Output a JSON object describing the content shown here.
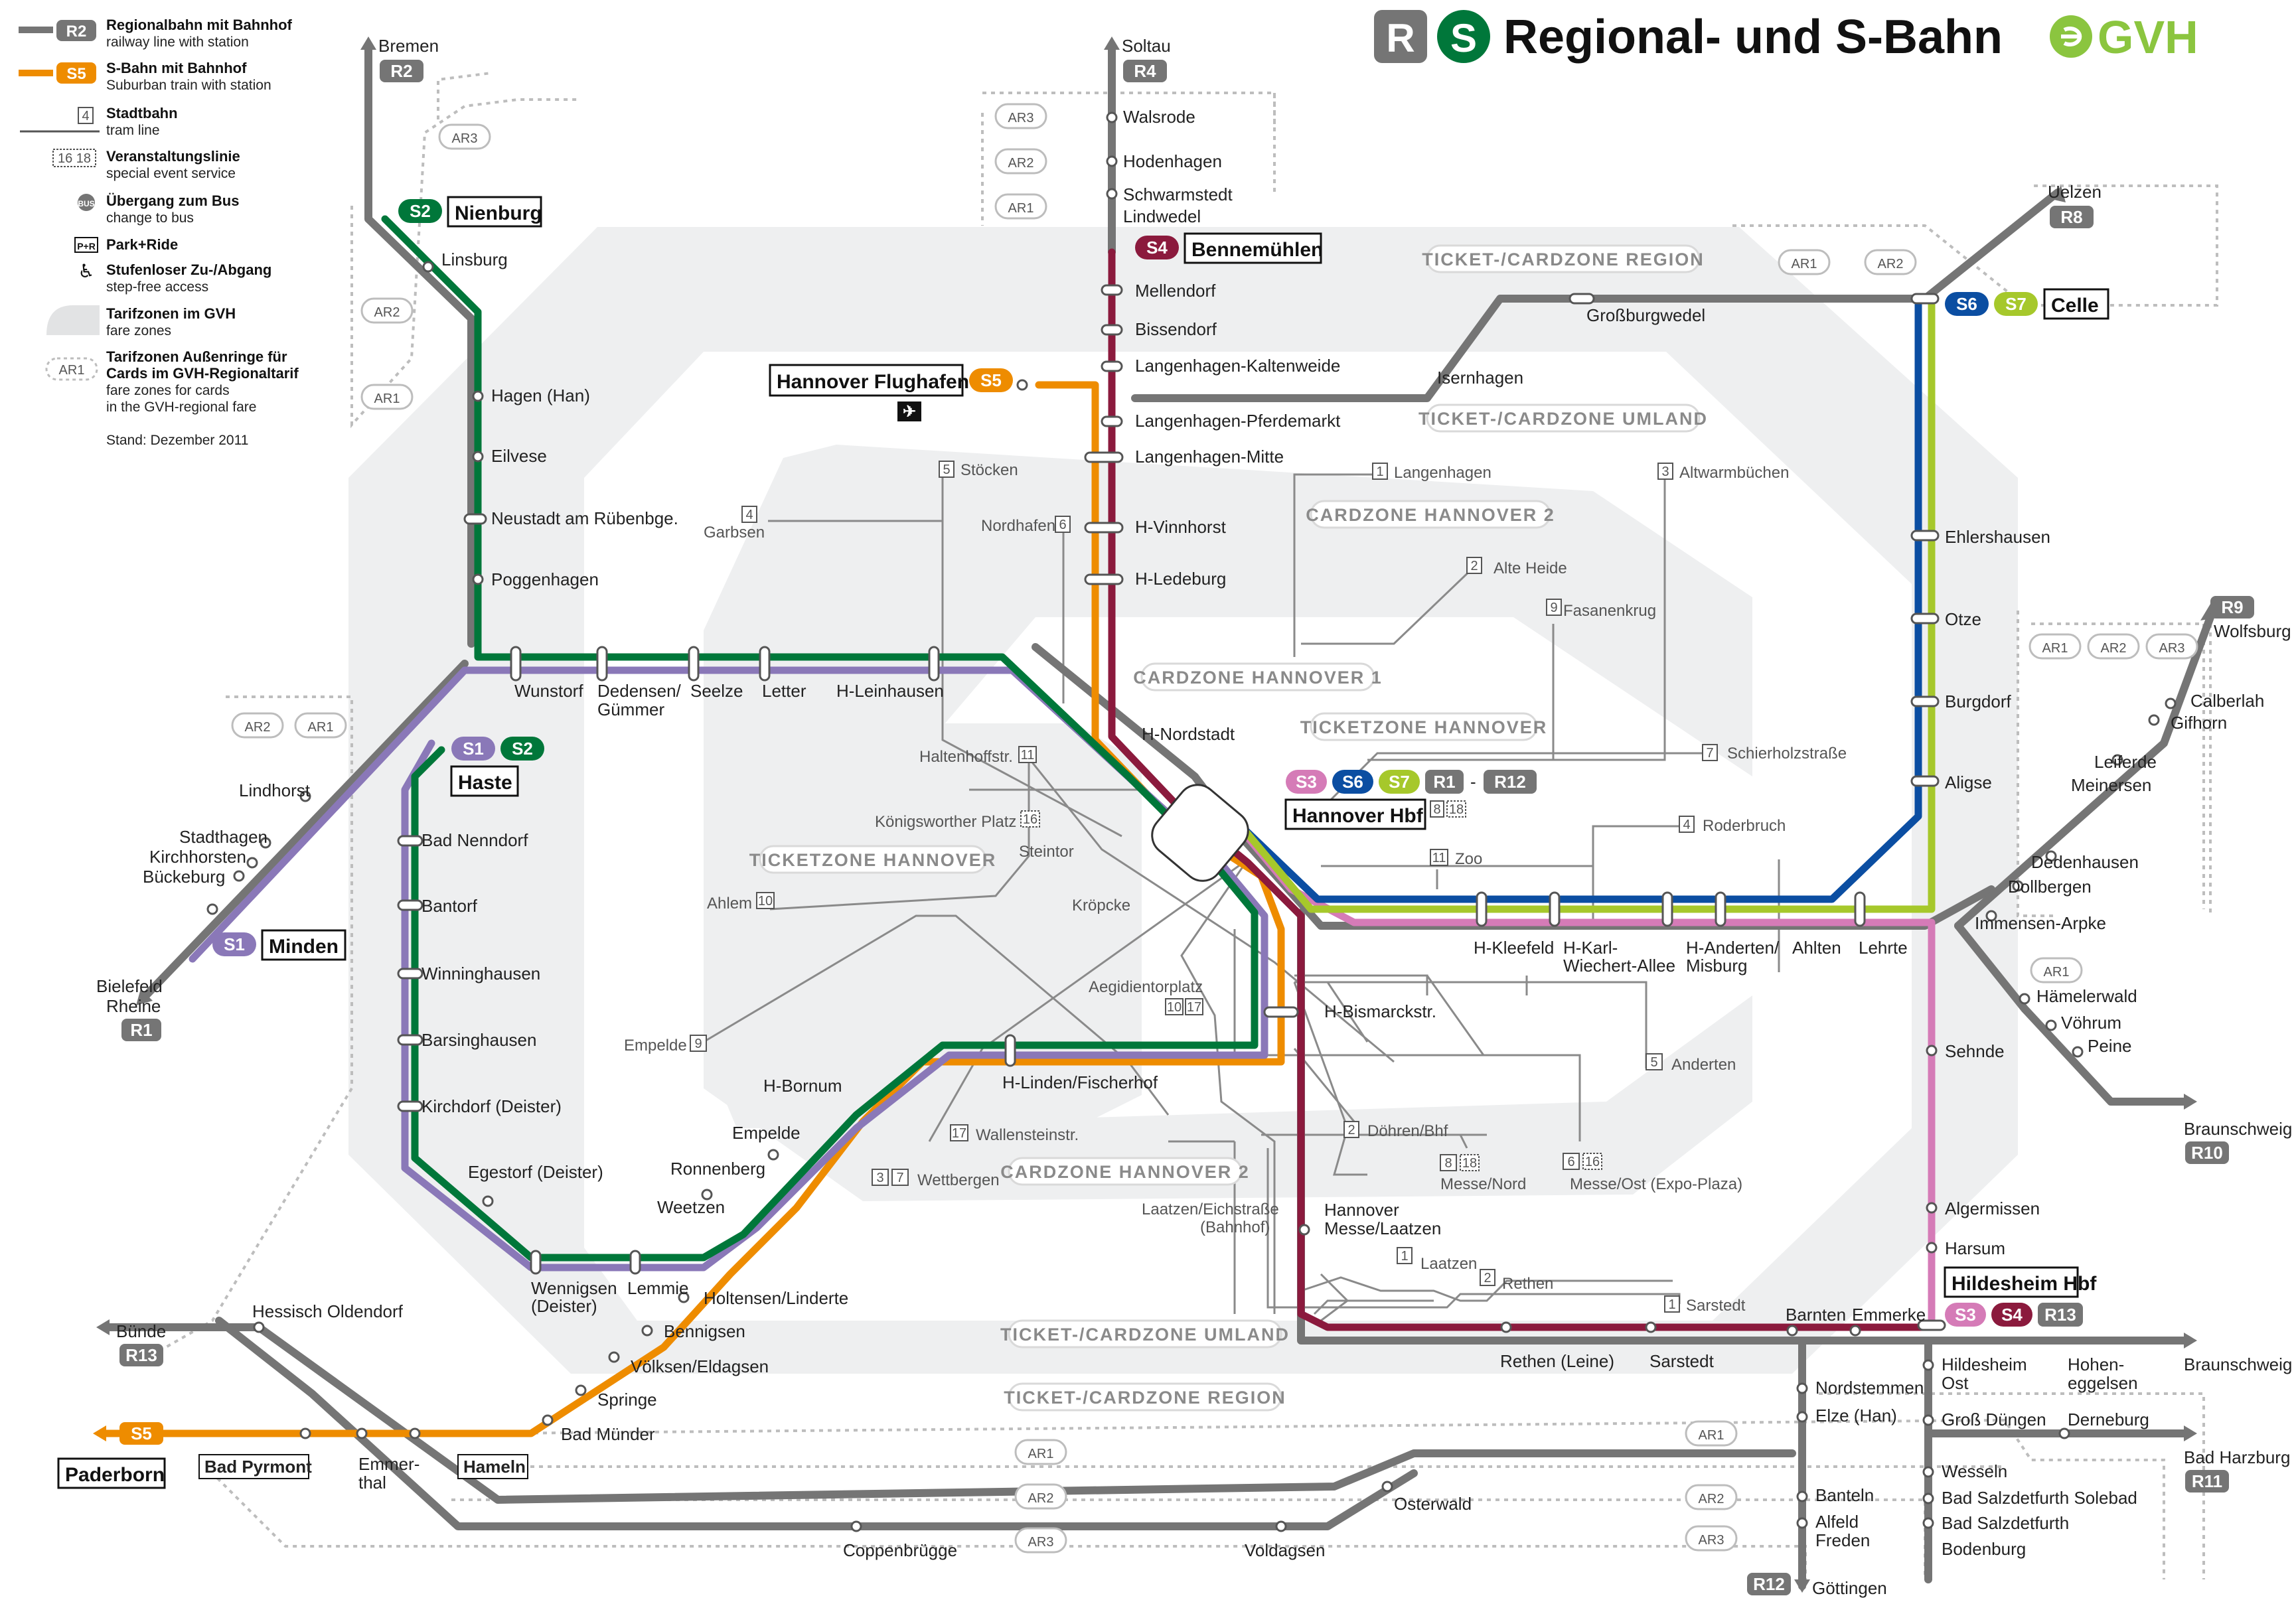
{
  "title": "Regional- und S-Bahn",
  "title_badges": {
    "r": "R",
    "s": "S"
  },
  "brand": "GVH",
  "colors": {
    "regional": "#757575",
    "s1": "#8a78b8",
    "s2": "#00773a",
    "s3": "#d57bb7",
    "s4": "#8b1a3d",
    "s5": "#ee8c00",
    "s6": "#0b4ea2",
    "s7": "#a6c82b",
    "zone": "#eeeff0"
  },
  "legend": {
    "items": [
      {
        "badge": "R2",
        "title": "Regionalbahn mit Bahnhof",
        "sub": "railway line with station"
      },
      {
        "badge": "S5",
        "title": "S-Bahn mit Bahnhof",
        "sub": "Suburban train with station"
      },
      {
        "badge": "4",
        "title": "Stadtbahn",
        "sub": "tram line"
      },
      {
        "badge": "16 18",
        "title": "Veranstaltungslinie",
        "sub": "special event service"
      },
      {
        "badge": "BUS",
        "title": "Übergang zum Bus",
        "sub": "change to bus"
      },
      {
        "badge": "P+R",
        "title": "Park+Ride",
        "sub": ""
      },
      {
        "badge": "♿",
        "title": "Stufenloser Zu-/Abgang",
        "sub": "step-free access"
      },
      {
        "badge": "",
        "title": "Tarifzonen im GVH",
        "sub": "fare zones"
      },
      {
        "badge": "AR1",
        "title": "Tarifzonen Außenringe für",
        "title2": "Cards im GVH-Regionaltarif",
        "sub": "fare zones for cards",
        "sub2": "in the GVH-regional fare"
      }
    ],
    "stand": "Stand: Dezember 2011"
  },
  "zones": {
    "region": "TICKET-/CARDZONE REGION",
    "umland": "TICKET-/CARDZONE UMLAND",
    "c2": "CARDZONE HANNOVER 2",
    "c1": "CARDZONE HANNOVER 1",
    "tz": "TICKETZONE HANNOVER",
    "tz2": "TICKETZONE HANNOVER",
    "c2b": "CARDZONE HANNOVER 2",
    "umland2": "TICKET-/CARDZONE UMLAND",
    "region2": "TICKET-/CARDZONE REGION"
  },
  "ar": {
    "ar1": "AR1",
    "ar2": "AR2",
    "ar3": "AR3"
  },
  "endpoints": {
    "bremen": "Bremen",
    "r2": "R2",
    "soltau": "Soltau",
    "r4": "R4",
    "uelzen": "Uelzen",
    "r8": "R8",
    "wolfsburg": "Wolfsburg",
    "r9": "R9",
    "braunschweig": "Braunschweig",
    "r10": "R10",
    "braunschweig2": "Braunschweig",
    "badharzburg": "Bad Harzburg",
    "r11": "R11",
    "goettingen": "Göttingen",
    "r12": "R12",
    "buende": "Bünde",
    "r13": "R13",
    "bielefeld": "Bielefeld",
    "rheine": "Rheine",
    "r1": "R1",
    "s5": "S5",
    "paderborn": "Paderborn"
  },
  "terminals": {
    "nienburg": {
      "badge": "S2",
      "name": "Nienburg"
    },
    "bennemuehlen": {
      "badge": "S4",
      "name": "Bennemühlen"
    },
    "flughafen": {
      "badge": "S5",
      "name": "Hannover Flughafen"
    },
    "celle": {
      "b1": "S6",
      "b2": "S7",
      "name": "Celle"
    },
    "haste": {
      "b1": "S1",
      "b2": "S2",
      "name": "Haste"
    },
    "minden": {
      "badge": "S1",
      "name": "Minden"
    },
    "hbf": {
      "b1": "S3",
      "b2": "S6",
      "b3": "S7",
      "b4": "R1",
      "dash": "-",
      "b5": "R12",
      "name": "Hannover Hbf"
    },
    "hildesheim": {
      "b1": "S3",
      "b2": "S4",
      "b3": "R13",
      "name": "Hildesheim Hbf"
    },
    "paderborn": {
      "name": "Paderborn"
    },
    "badpyrmont": {
      "name": "Bad Pyrmont"
    },
    "hameln": {
      "name": "Hameln"
    }
  },
  "stations": {
    "linsburg": "Linsburg",
    "hagen": "Hagen (Han)",
    "eilvese": "Eilvese",
    "neustadt": "Neustadt am Rübenbge.",
    "poggenhagen": "Poggenhagen",
    "wunstorf": "Wunstorf",
    "dedensen1": "Dedensen/",
    "dedensen2": "Gümmer",
    "seelze": "Seelze",
    "letter": "Letter",
    "leinhausen": "H-Leinhausen",
    "lindhorst": "Lindhorst",
    "stadthagen": "Stadthagen",
    "kirchhorsten": "Kirchhorsten",
    "bueckeburg": "Bückeburg",
    "nenndorf": "Bad Nenndorf",
    "bantorf": "Bantorf",
    "winninghausen": "Winninghausen",
    "barsinghausen": "Barsinghausen",
    "kirchdorf": "Kirchdorf (Deister)",
    "egestorf": "Egestorf (Deister)",
    "wennigsen1": "Wennigsen",
    "wennigsen2": "(Deister)",
    "lemmie": "Lemmie",
    "weetzen": "Weetzen",
    "ronnenberg": "Ronnenberg",
    "empelde": "Empelde",
    "bornum": "H-Bornum",
    "linden": "H-Linden/Fischerhof",
    "holtensen": "Holtensen/Linderte",
    "bennigsen": "Bennigsen",
    "voelksen": "Völksen/Eldagsen",
    "springe": "Springe",
    "badmuender": "Bad Münder",
    "oldendorf": "Hessisch Oldendorf",
    "emmerthal1": "Emmer-",
    "emmerthal2": "thal",
    "coppenbruegge": "Coppenbrügge",
    "voldagsen": "Voldagsen",
    "osterwald": "Osterwald",
    "walsrode": "Walsrode",
    "hodenhagen": "Hodenhagen",
    "schwarmstedt": "Schwarmstedt",
    "lindwedel": "Lindwedel",
    "mellendorf": "Mellendorf",
    "bissendorf": "Bissendorf",
    "kaltenweide": "Langenhagen-Kaltenweide",
    "pferdemarkt": "Langenhagen-Pferdemarkt",
    "lhmitte": "Langenhagen-Mitte",
    "vinnhorst": "H-Vinnhorst",
    "ledeburg": "H-Ledeburg",
    "nordstadt": "H-Nordstadt",
    "grossburgwedel": "Großburgwedel",
    "isernhagen": "Isernhagen",
    "ehlershausen": "Ehlershausen",
    "otze": "Otze",
    "burgdorf": "Burgdorf",
    "aligse": "Aligse",
    "kleefeld": "H-Kleefeld",
    "karl1": "H-Karl-",
    "karl2": "Wiechert-Allee",
    "anderten1": "H-Anderten/",
    "anderten2": "Misburg",
    "ahlten": "Ahlten",
    "lehrte": "Lehrte",
    "immensen": "Immensen-Arpke",
    "dollbergen": "Dollbergen",
    "dedenhausen": "Dedenhausen",
    "meinersen": "Meinersen",
    "leiferde": "Leiferde",
    "gifhorn": "Gifhorn",
    "calberlah": "Calberlah",
    "haemelerwald": "Hämelerwald",
    "voehrum": "Vöhrum",
    "peine": "Peine",
    "sehnde": "Sehnde",
    "algermissen": "Algermissen",
    "harsum": "Harsum",
    "bismarck": "H-Bismarckstr.",
    "messe1": "Hannover",
    "messe2": "Messe/Laatzen",
    "rethenleine": "Rethen (Leine)",
    "sarstedt": "Sarstedt",
    "barnten": "Barnten",
    "emmerke": "Emmerke",
    "nordstemmen": "Nordstemmen",
    "elze": "Elze (Han)",
    "banteln": "Banteln",
    "alfeld": "Alfeld",
    "freden": "Freden",
    "hildesheimost1": "Hildesheim",
    "hildesheimost2": "Ost",
    "hohen1": "Hohen-",
    "hohen2": "eggelsen",
    "grossduengen": "Groß Düngen",
    "derneburg": "Derneburg",
    "wesseln": "Wesseln",
    "solebad": "Bad Salzdetfurth Solebad",
    "salzdetfurth": "Bad Salzdetfurth",
    "bodenburg": "Bodenburg"
  },
  "tram": {
    "stoecken": {
      "n": "5",
      "name": "Stöcken"
    },
    "garbsen": {
      "n": "4",
      "name": "Garbsen"
    },
    "nordhafen": {
      "n": "6",
      "name": "Nordhafen"
    },
    "langenhagen": {
      "n": "1",
      "name": "Langenhagen"
    },
    "altwarm": {
      "n": "3",
      "name": "Altwarmbüchen"
    },
    "alteheide": {
      "n": "2",
      "name": "Alte Heide"
    },
    "fasanenkrug": {
      "n": "9",
      "name": "Fasanenkrug"
    },
    "schierholz": {
      "n": "7",
      "name": "Schierholzstraße"
    },
    "roderbruch": {
      "n": "4",
      "name": "Roderbruch"
    },
    "zoo": {
      "n": "11",
      "name": "Zoo"
    },
    "haltenhoff": {
      "n": "11",
      "name": "Haltenhoffstr."
    },
    "koenigsworther": {
      "n": "16",
      "name": "Königsworther Platz"
    },
    "steintor": "Steintor",
    "ahlem": {
      "n": "10",
      "name": "Ahlem"
    },
    "kroepcke": "Kröpcke",
    "aegidien": {
      "n1": "10",
      "n2": "17",
      "name": "Aegidientorplatz"
    },
    "empelde": {
      "n": "9",
      "name": "Empelde"
    },
    "wallensteinstr": {
      "n": "17",
      "name": "Wallensteinstr."
    },
    "wettbergen": {
      "n1": "3",
      "n2": "7",
      "name": "Wettbergen"
    },
    "doehren": {
      "n": "2",
      "name": "Döhren/Bhf"
    },
    "messenord": {
      "n1": "8",
      "n2": "18",
      "name": "Messe/Nord"
    },
    "messeost": {
      "n1": "6",
      "n2": "16",
      "name": "Messe/Ost (Expo-Plaza)"
    },
    "anderten": {
      "n": "5",
      "name": "Anderten"
    },
    "laatzen": {
      "n": "1",
      "name": "Laatzen"
    },
    "rethen": {
      "n": "2",
      "name": "Rethen"
    },
    "sarstedt": {
      "n": "1",
      "name": "Sarstedt"
    },
    "eichstrasse1": "Laatzen/Eichstraße",
    "eichstrasse2": "(Bahnhof)",
    "hbf_n1": "8",
    "hbf_n2": "18"
  }
}
